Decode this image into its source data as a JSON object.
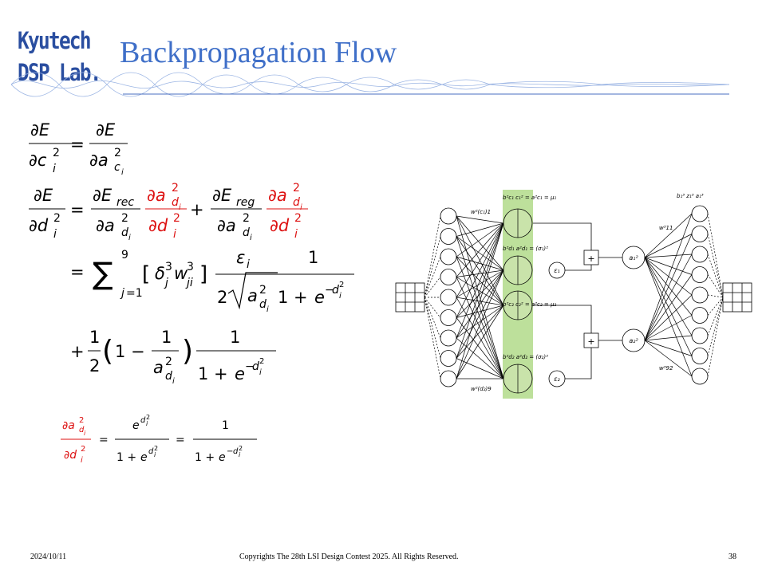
{
  "logo": {
    "line1": "Kyutech",
    "line2": "DSP Lab."
  },
  "title": "Backpropagation Flow",
  "colors": {
    "title": "#3f6fc8",
    "logo": "#2a4ea0",
    "highlight": "#dd1111",
    "green_band": "#a7d57a",
    "node_fill": "#c9e3aa"
  },
  "footer": {
    "date": "2024/10/11",
    "copyright": "Copyrights The 28th LSI Design Contest 2025.  All Rights Reserved.",
    "page": "38"
  }
}
